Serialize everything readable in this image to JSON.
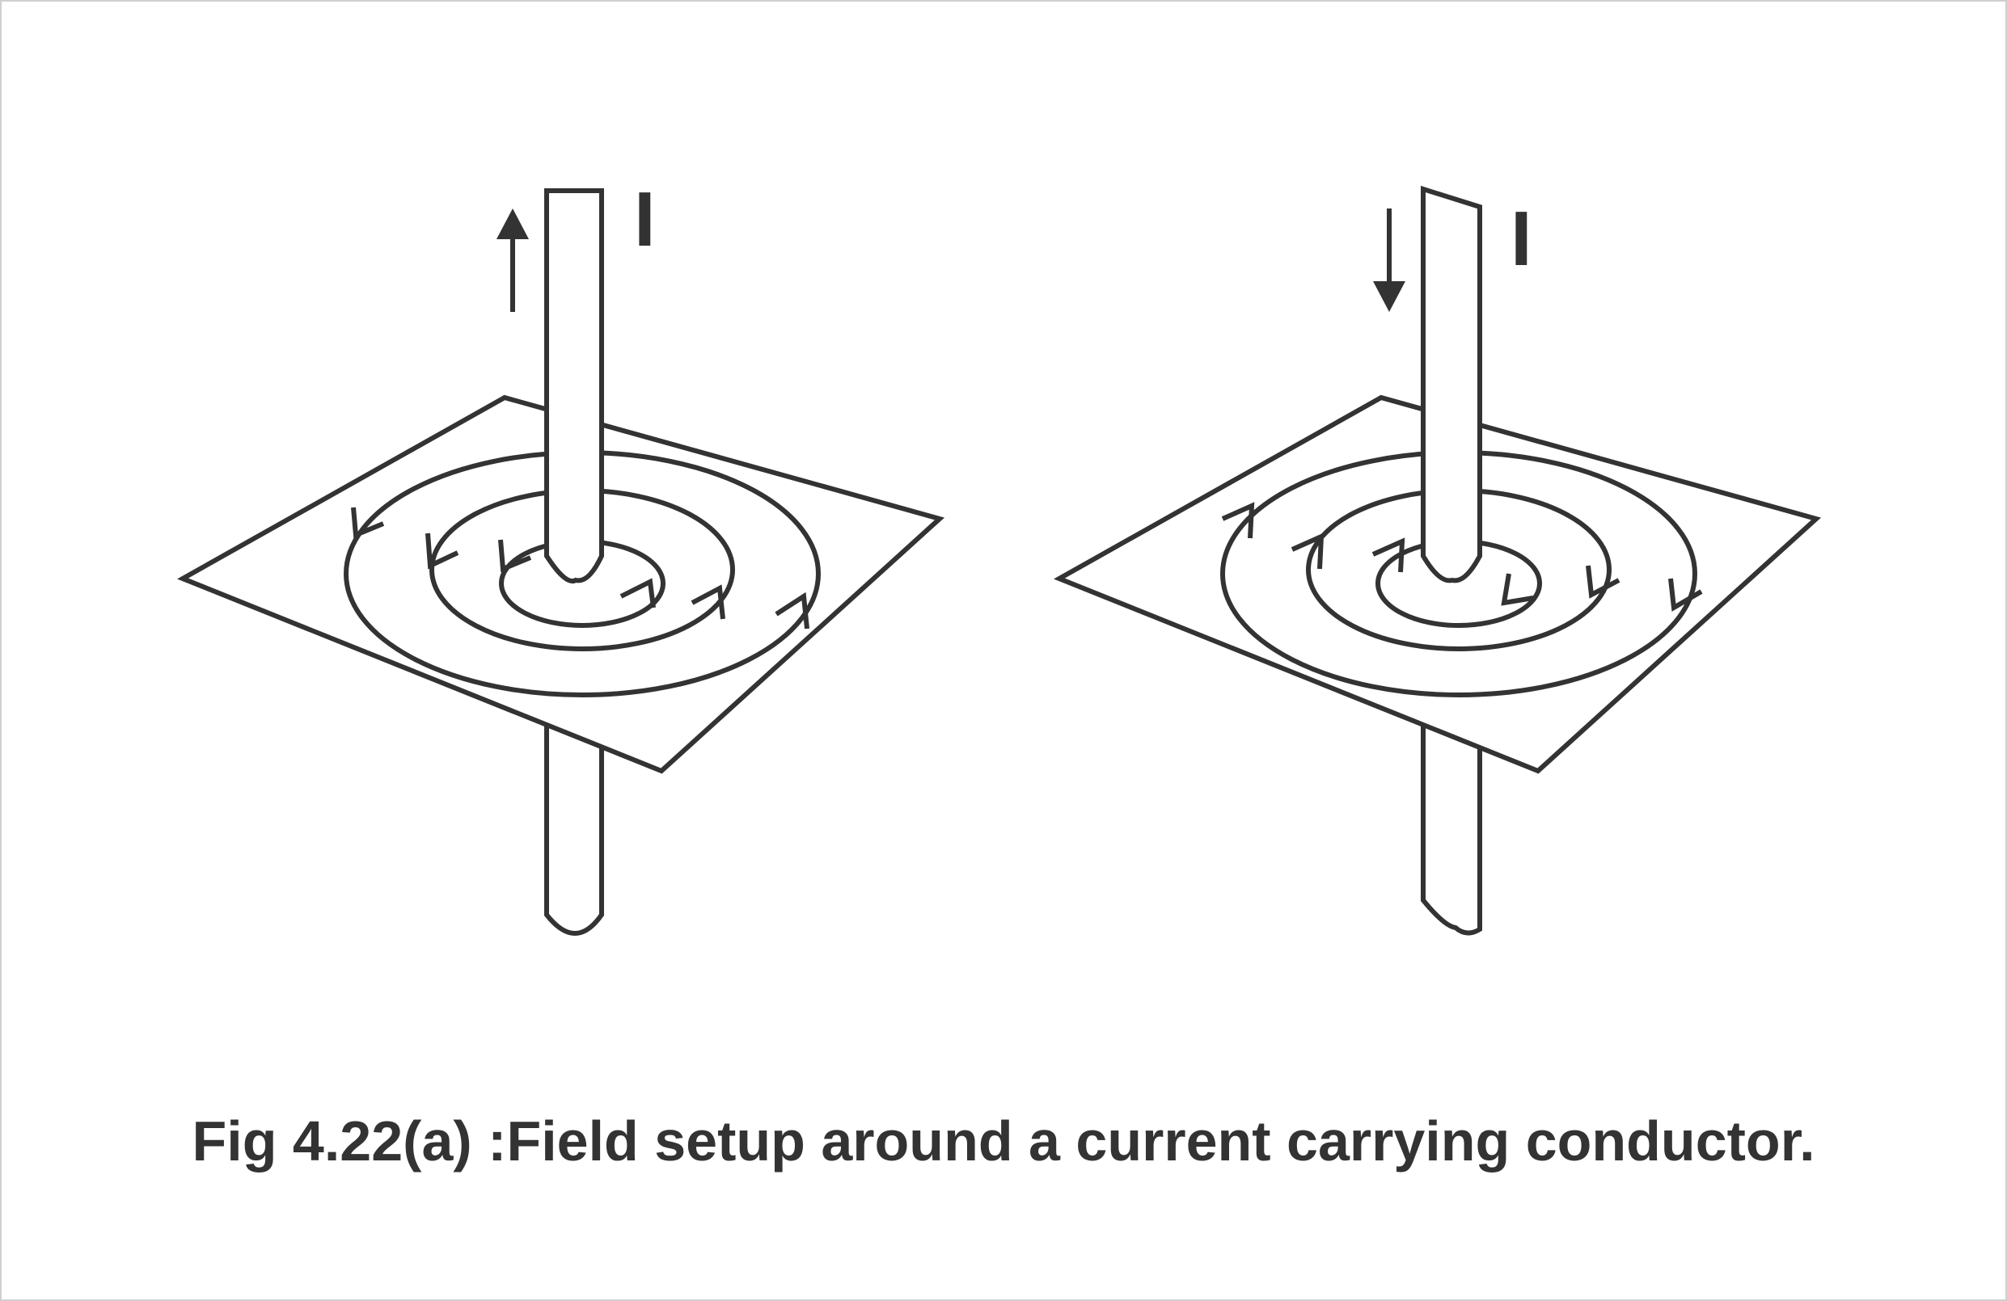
{
  "figure": {
    "caption": "Fig 4.22(a) :Field setup around a current carrying conductor.",
    "left_panel": {
      "current_label": "I",
      "current_direction": "up",
      "field_direction": "anticlockwise"
    },
    "right_panel": {
      "current_label": "I",
      "current_direction": "down",
      "field_direction": "clockwise"
    },
    "colors": {
      "stroke": "#333333",
      "background": "#ffffff",
      "border": "#cfcfcf"
    }
  }
}
